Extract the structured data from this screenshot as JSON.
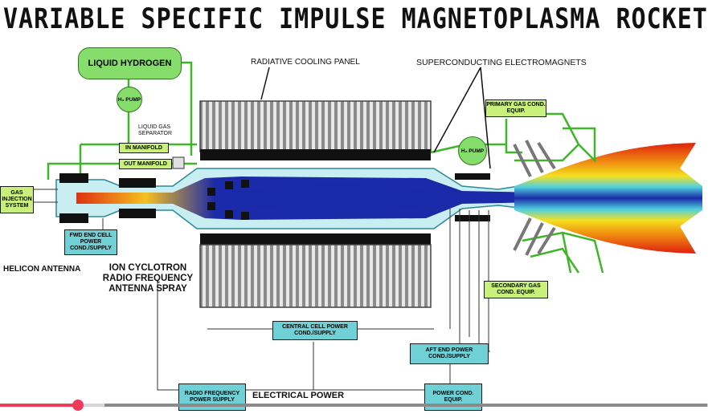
{
  "title": "VARIABLE SPECIFIC IMPULSE MAGNETOPLASMA ROCKET",
  "labels": {
    "liquid_hydrogen": "LIQUID HYDROGEN",
    "h2_pump_top": "H₂ PUMP",
    "h2_pump_right": "H₂ PUMP",
    "liquid_gas_separator": "LIQUID GAS SEPARATOR",
    "in_manifold": "IN MANIFOLD",
    "out_manifold": "OUT MANIFOLD",
    "gas_injection": "GAS INJECTION SYSTEM",
    "fwd_end_cell": "FWD END CELL POWER COND./SUPPLY",
    "helicon_antenna": "HELICON ANTENNA",
    "ion_cyclotron": "ION CYCLOTRON RADIO FREQUENCY ANTENNA SPRAY",
    "radiative_cooling": "RADIATIVE COOLING PANEL",
    "superconducting": "SUPERCONDUCTING ELECTROMAGNETS",
    "primary_gas": "PRIMARY GAS COND. EQUIP.",
    "secondary_gas": "SECONDARY GAS COND. EQUIP.",
    "central_cell": "CENTRAL CELL POWER COND./SUPPLY",
    "aft_end": "AFT END POWER COND./SUPPLY",
    "rf_power": "RADIO FREQUENCY POWER SUPPLY",
    "electrical_power": "ELECTRICAL POWER",
    "power_cond": "POWER COND. EQUIP."
  },
  "colors": {
    "pipe_green": "#3fb52a",
    "panel_gray": "#8c8c8c",
    "magnet_black": "#111111",
    "plasma_blue": "#1a2aa8",
    "teal_box": "#6fd0d6",
    "lime_box": "#c9f07a",
    "progress_red": "#ef3a5a"
  },
  "progress": {
    "played_fraction": 0.11
  }
}
